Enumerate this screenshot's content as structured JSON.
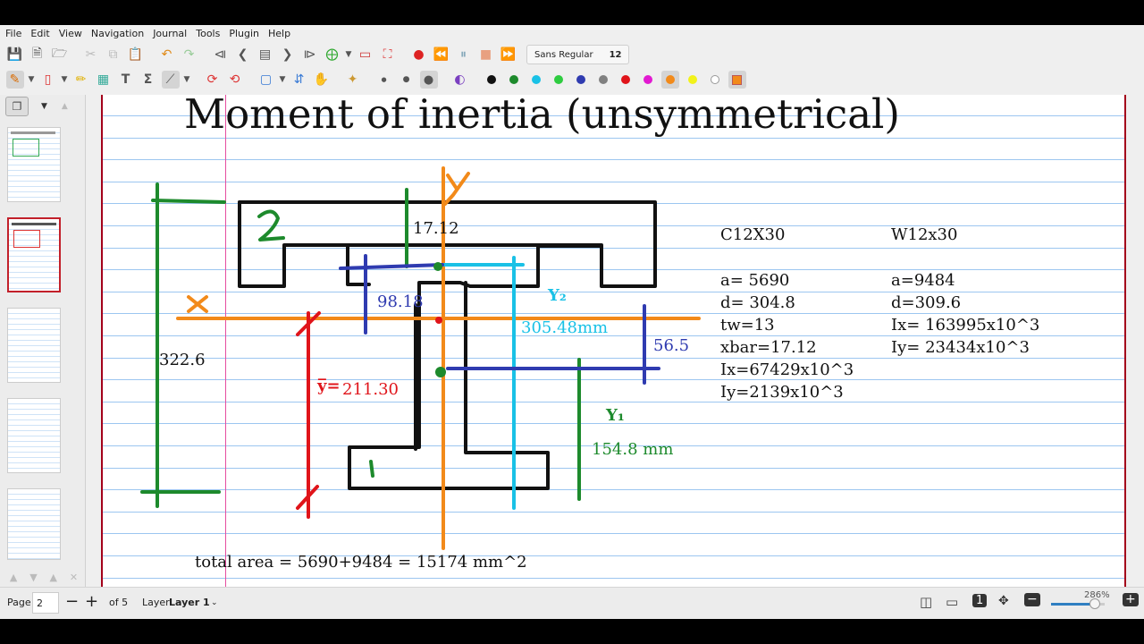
{
  "menu": [
    "File",
    "Edit",
    "View",
    "Navigation",
    "Journal",
    "Tools",
    "Plugin",
    "Help"
  ],
  "toolbar": {
    "font_name": "Sans Regular",
    "font_size": "12",
    "colors": [
      "#111111",
      "#1d8a2c",
      "#19c1e6",
      "#2ecc40",
      "#2f3bb0",
      "#808080",
      "#e0141a",
      "#e21ad1",
      "#f28a1a",
      "#f2f21a",
      "#ffffff"
    ],
    "selected_color": "#f28a1a"
  },
  "status": {
    "page_label": "Page",
    "page_value": "2",
    "of_pages": "of 5",
    "layer_label": "Layer",
    "layer_value": "Layer 1",
    "zoom": "286%"
  },
  "page": {
    "title": "Moment of inertia (unsymmetrical)",
    "c_section": {
      "name": "C12X30",
      "lines": [
        "a= 5690",
        "d= 304.8",
        "tw=13",
        "xbar=17.12",
        "Ix=67429x10^3",
        "Iy=2139x10^3"
      ]
    },
    "w_section": {
      "name": "W12x30",
      "lines": [
        "a=9484",
        "d=309.6",
        "Ix= 163995x10^3",
        "Iy= 23434x10^3"
      ]
    },
    "total_area": "total area = 5690+9484 = 15174 mm^2",
    "annotations": {
      "height": "322.6",
      "xbar_offset": "17.12",
      "d1": "98.18",
      "d2": "305.48mm",
      "d3": "56.5",
      "ybar_value": "211.30",
      "y1_value": "154.8 mm",
      "label_1": "1",
      "label_2": "2",
      "label_x": "X",
      "label_y": "Y",
      "label_ybar": "y̅=",
      "label_y2": "Y₂",
      "label_y1": "Y₁"
    }
  }
}
